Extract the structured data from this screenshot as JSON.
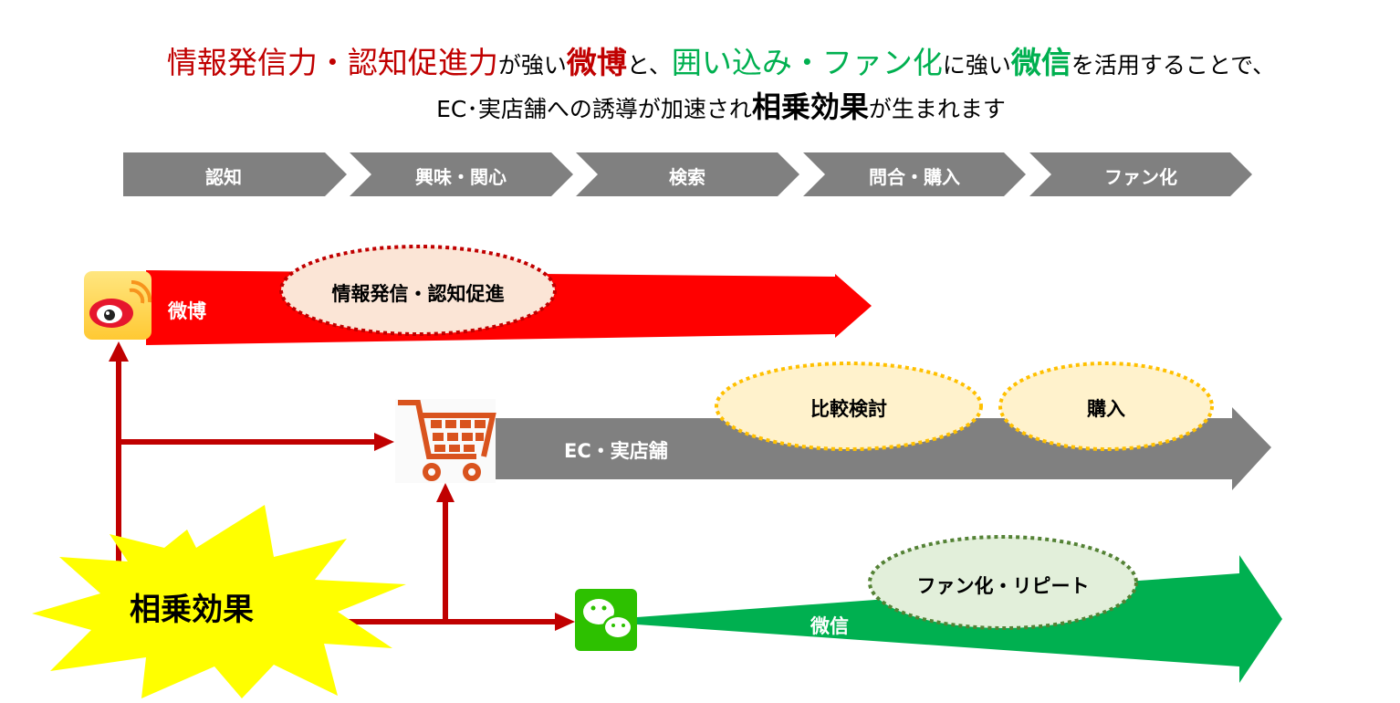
{
  "headline": {
    "line1": {
      "part1": "情報発信力・認知促進力",
      "part2": "が強い",
      "part3": "微博",
      "part4": "と、",
      "part5": "囲い込み・ファン化",
      "part6": "に強い",
      "part7": "微信",
      "part8": "を活用することで、"
    },
    "line2": {
      "part1": "EC･実店舗への誘導が加速され",
      "part2": "相乗効果",
      "part3": "が生まれます"
    }
  },
  "stages": [
    "認知",
    "興味・関心",
    "検索",
    "問合・購入",
    "ファン化"
  ],
  "weibo": {
    "label": "微博",
    "bubble": "情報発信・認知促進"
  },
  "ec": {
    "label": "EC・実店舗",
    "bubbles": [
      "比較検討",
      "購入"
    ]
  },
  "wechat": {
    "label": "微信",
    "bubble": "ファン化・リピート"
  },
  "synergy": {
    "label": "相乗効果"
  },
  "colors": {
    "weibo": "#ff0000",
    "ec": "#808080",
    "wechat": "#00b050",
    "connector": "#c00000",
    "stage": "#808080",
    "burst": "#ffff00"
  }
}
